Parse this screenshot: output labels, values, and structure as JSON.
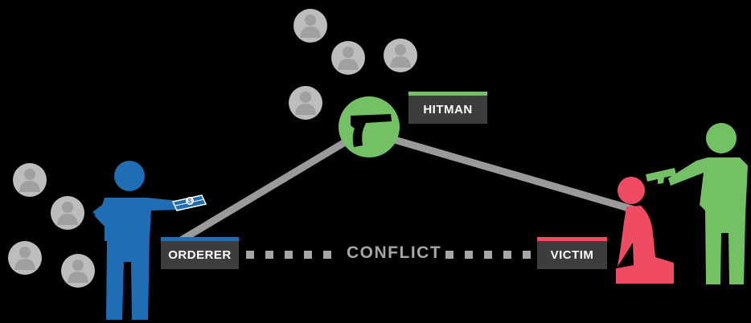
{
  "diagram": {
    "labels": {
      "hitman": "HITMAN",
      "orderer": "ORDERER",
      "victim": "VICTIM",
      "conflict": "CONFLICT"
    },
    "money_symbol": "$",
    "colors": {
      "background": "#000000",
      "orderer": "#1f6db5",
      "hitman": "#74c064",
      "victim": "#ef4c63",
      "connector": "#9a9a9a",
      "crowd": "#bdbdbd",
      "label_bg": "#3d3d3d",
      "label_text": "#ffffff",
      "conflict_text": "#a6a6a6"
    },
    "icons": [
      "person-icon",
      "pistol-icon",
      "money-icon"
    ]
  }
}
